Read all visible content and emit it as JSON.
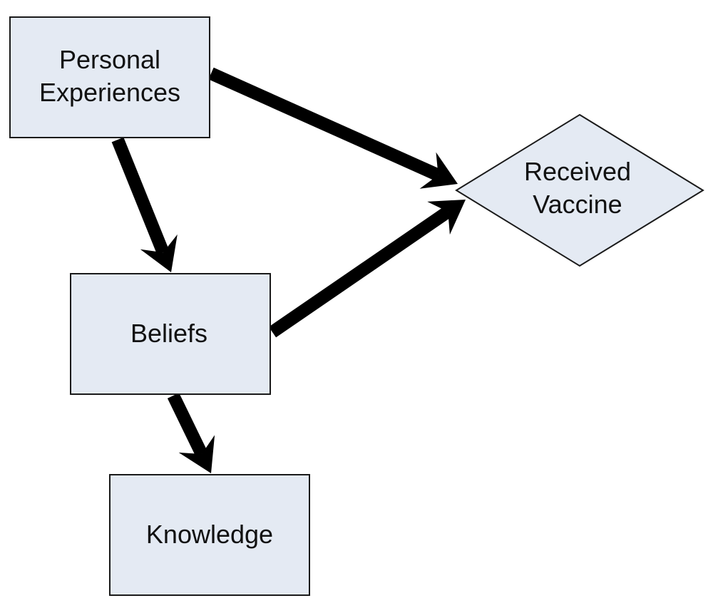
{
  "colors": {
    "node_fill": "#e4eaf3",
    "node_border": "#1a1a1a",
    "arrow": "#000000",
    "text": "#111111"
  },
  "nodes": {
    "personal_experiences": {
      "shape": "rectangle",
      "lines": [
        "Personal",
        "Experiences"
      ]
    },
    "beliefs": {
      "shape": "rectangle",
      "lines": [
        "Beliefs"
      ]
    },
    "knowledge": {
      "shape": "rectangle",
      "lines": [
        "Knowledge"
      ]
    },
    "received_vaccine": {
      "shape": "diamond",
      "lines": [
        "Received",
        "Vaccine"
      ]
    }
  },
  "edges": [
    {
      "from": "personal_experiences",
      "to": "received_vaccine"
    },
    {
      "from": "personal_experiences",
      "to": "beliefs"
    },
    {
      "from": "beliefs",
      "to": "received_vaccine"
    },
    {
      "from": "beliefs",
      "to": "knowledge"
    }
  ]
}
